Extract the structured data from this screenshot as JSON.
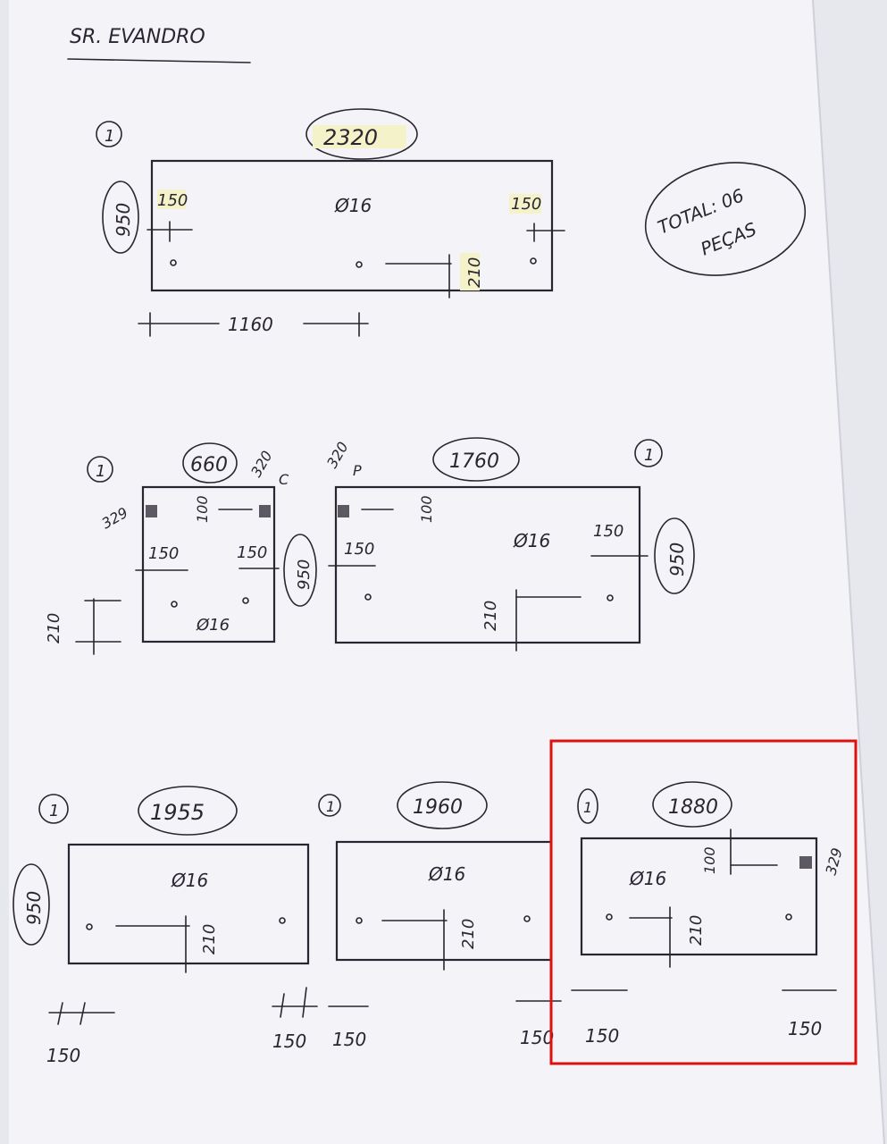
{
  "header": {
    "client": "SR. EVANDRO"
  },
  "note": {
    "line1": "TOTAL: 06",
    "line2": "PEÇAS"
  },
  "pieces": [
    {
      "qty": "1",
      "length": "2320",
      "height": "950",
      "left_offset": "150",
      "right_offset": "150",
      "hole": "Ø16",
      "hole_height": "210",
      "spacing": "1160"
    },
    {
      "qty": "1",
      "length": "660",
      "corner": "320",
      "corner_tag": "C",
      "cut": "329",
      "top_offset": "100",
      "left_offset": "150",
      "right_offset": "150",
      "height": "950",
      "hole": "Ø16",
      "side_height": "210"
    },
    {
      "qty": "1",
      "length": "1760",
      "corner": "320",
      "corner_tag": "P",
      "top_offset": "100",
      "left_offset": "150",
      "right_offset": "150",
      "hole": "Ø16",
      "hole_height": "210",
      "height": "950"
    },
    {
      "qty": "1",
      "length": "1955",
      "height": "950",
      "hole": "Ø16",
      "hole_height": "210",
      "left_offset": "150",
      "right_offset": "150"
    },
    {
      "qty": "1",
      "length": "1960",
      "hole": "Ø16",
      "hole_height": "210",
      "left_offset": "150",
      "right_offset": "150"
    },
    {
      "qty": "1",
      "length": "1880",
      "hole": "Ø16",
      "hole_height": "210",
      "top_offset": "100",
      "cut": "329",
      "left_offset": "150",
      "right_offset": "150"
    }
  ],
  "colors": {
    "ink": "#2a2530",
    "paper": "#f3f3f8",
    "highlight": "#f4f2c8",
    "selection": "#e01010"
  }
}
